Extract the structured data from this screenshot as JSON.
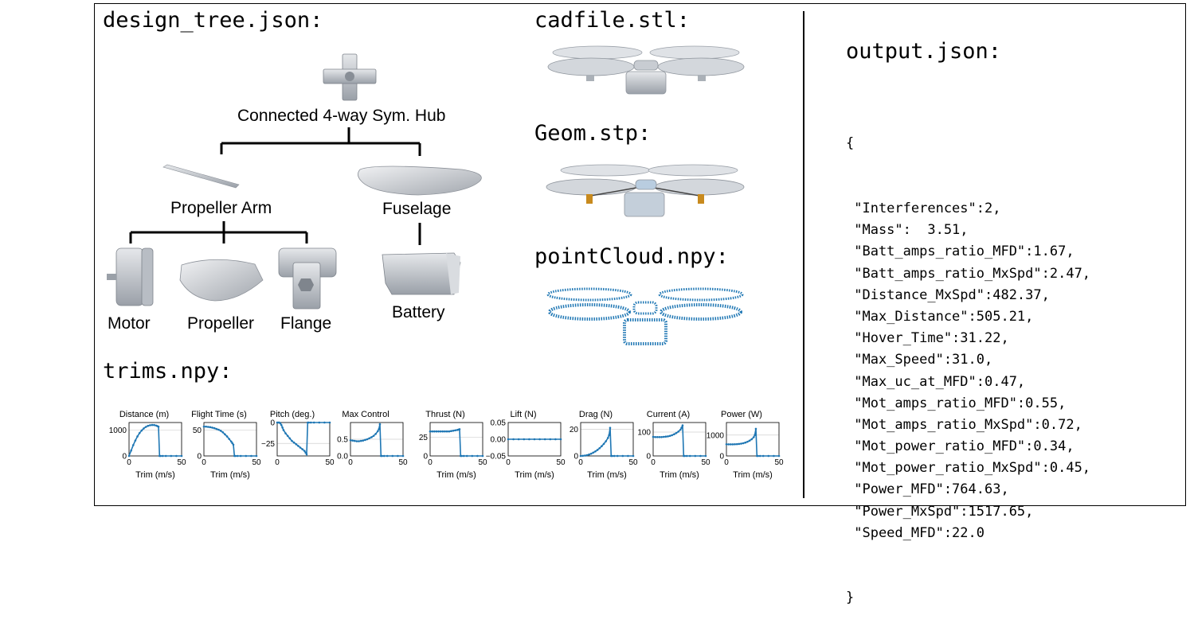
{
  "headings": {
    "design_tree": "design_tree.json:",
    "cadfile": "cadfile.stl:",
    "geom": "Geom.stp:",
    "pointcloud": "pointCloud.npy:",
    "trims": "trims.npy:",
    "output": "output.json:"
  },
  "tree": {
    "hub": "Connected 4-way Sym. Hub",
    "arm": "Propeller Arm",
    "fuselage": "Fuselage",
    "motor": "Motor",
    "propeller": "Propeller",
    "flange": "Flange",
    "battery": "Battery"
  },
  "output_json": {
    "open": "{",
    "lines": [
      "\"Interferences\":2,",
      "\"Mass\":  3.51,",
      "\"Batt_amps_ratio_MFD\":1.67,",
      "\"Batt_amps_ratio_MxSpd\":2.47,",
      "\"Distance_MxSpd\":482.37,",
      "\"Max_Distance\":505.21,",
      "\"Hover_Time\":31.22,",
      "\"Max_Speed\":31.0,",
      "\"Max_uc_at_MFD\":0.47,",
      "\"Mot_amps_ratio_MFD\":0.55,",
      "\"Mot_amps_ratio_MxSpd\":0.72,",
      "\"Mot_power_ratio_MFD\":0.34,",
      "\"Mot_power_ratio_MxSpd\":0.45,",
      "\"Power_MFD\":764.63,",
      "\"Power_MxSpd\":1517.65,",
      "\"Speed_MFD\":22.0"
    ],
    "close": "}"
  },
  "colors": {
    "series": "#1f77b4",
    "part": "#c9cdd3"
  },
  "chart_data": [
    {
      "type": "line",
      "title": "Distance (m)",
      "xlabel": "Trim (m/s)",
      "ylabel": "",
      "xlim": [
        0,
        50
      ],
      "ylim": [
        0,
        1300
      ],
      "xticks": [
        0,
        50
      ],
      "yticks": [
        0,
        1000
      ],
      "ytick_labels": [
        "0",
        "1000"
      ],
      "x": [
        0,
        2,
        4,
        6,
        8,
        10,
        12,
        14,
        16,
        18,
        20,
        22,
        24,
        26,
        27,
        28,
        29,
        30,
        32,
        35,
        40,
        45,
        50
      ],
      "y": [
        0,
        210,
        420,
        600,
        760,
        890,
        990,
        1070,
        1130,
        1170,
        1195,
        1205,
        1200,
        1180,
        1160,
        1140,
        0,
        0,
        0,
        0,
        0,
        0,
        0
      ]
    },
    {
      "type": "line",
      "title": "Flight Time (s)",
      "xlabel": "Trim (m/s)",
      "ylabel": "",
      "xlim": [
        0,
        50
      ],
      "ylim": [
        0,
        65
      ],
      "xticks": [
        0,
        50
      ],
      "yticks": [
        0,
        50
      ],
      "ytick_labels": [
        "0",
        "50"
      ],
      "x": [
        0,
        2,
        4,
        6,
        8,
        10,
        12,
        14,
        16,
        18,
        20,
        22,
        24,
        26,
        27,
        28,
        29,
        30,
        32,
        35,
        40,
        45,
        50
      ],
      "y": [
        57,
        57,
        56.5,
        56,
        55,
        54,
        52.5,
        51,
        49,
        46,
        42,
        38,
        33,
        28,
        25,
        22,
        0,
        0,
        0,
        0,
        0,
        0,
        0
      ]
    },
    {
      "type": "line",
      "title": "Pitch (deg.)",
      "xlabel": "",
      "ylabel": "",
      "xlim": [
        0,
        50
      ],
      "ylim": [
        -40,
        0
      ],
      "xticks": [
        0,
        50
      ],
      "yticks": [
        0,
        -25
      ],
      "ytick_labels": [
        "0",
        "−25"
      ],
      "x": [
        0,
        1,
        2,
        3,
        4,
        5,
        6,
        8,
        10,
        12,
        14,
        16,
        18,
        20,
        22,
        24,
        26,
        27,
        28,
        29,
        30,
        32,
        35,
        40,
        45,
        50
      ],
      "y": [
        0,
        0,
        0,
        -1,
        -3,
        -6,
        -9,
        -13,
        -16,
        -19,
        -22,
        -24,
        -26,
        -28,
        -30,
        -32,
        -34,
        -36,
        -38,
        0,
        0,
        0,
        0,
        0,
        0,
        0
      ]
    },
    {
      "type": "line",
      "title": "Max Control",
      "xlabel": "",
      "ylabel": "",
      "xlim": [
        0,
        50
      ],
      "ylim": [
        0,
        1.0
      ],
      "xticks": [
        0,
        50
      ],
      "yticks": [
        0.0,
        0.5
      ],
      "ytick_labels": [
        "0.0",
        "0.5"
      ],
      "x": [
        0,
        2,
        4,
        6,
        8,
        10,
        12,
        14,
        16,
        18,
        20,
        22,
        24,
        26,
        27,
        28,
        29,
        30,
        32,
        35,
        40,
        45,
        50
      ],
      "y": [
        0.47,
        0.46,
        0.45,
        0.44,
        0.44,
        0.45,
        0.46,
        0.48,
        0.5,
        0.53,
        0.56,
        0.6,
        0.66,
        0.74,
        0.8,
        0.95,
        0,
        0,
        0,
        0,
        0,
        0,
        0
      ]
    },
    {
      "type": "line",
      "title": "Thrust (N)",
      "xlabel": "Trim (m/s)",
      "ylabel": "",
      "xlim": [
        0,
        50
      ],
      "ylim": [
        0,
        45
      ],
      "xticks": [
        0,
        50
      ],
      "yticks": [
        0,
        25
      ],
      "ytick_labels": [
        "0",
        "25"
      ],
      "x": [
        0,
        2,
        4,
        6,
        8,
        10,
        12,
        14,
        16,
        18,
        20,
        22,
        24,
        26,
        27,
        28,
        29,
        30,
        32,
        35,
        40,
        45,
        50
      ],
      "y": [
        33,
        33,
        33,
        33,
        33,
        33,
        33,
        33,
        33,
        33,
        33.5,
        34,
        34.5,
        35,
        35.5,
        36,
        0,
        0,
        0,
        0,
        0,
        0,
        0
      ]
    },
    {
      "type": "line",
      "title": "Lift (N)",
      "xlabel": "Trim (m/s)",
      "ylabel": "",
      "xlim": [
        0,
        50
      ],
      "ylim": [
        -0.05,
        0.05
      ],
      "xticks": [
        0,
        50
      ],
      "yticks": [
        0.05,
        0.0,
        -0.05
      ],
      "ytick_labels": [
        "0.05",
        "0.00",
        "−0.05"
      ],
      "x": [
        0,
        5,
        10,
        15,
        20,
        25,
        30,
        35,
        40,
        45,
        50
      ],
      "y": [
        0,
        0,
        0,
        0,
        0,
        0,
        0,
        0,
        0,
        0,
        0
      ]
    },
    {
      "type": "line",
      "title": "Drag (N)",
      "xlabel": "Trim (m/s)",
      "ylabel": "",
      "xlim": [
        0,
        50
      ],
      "ylim": [
        0,
        25
      ],
      "xticks": [
        0,
        50
      ],
      "yticks": [
        0,
        20
      ],
      "ytick_labels": [
        "0",
        "20"
      ],
      "x": [
        0,
        2,
        4,
        6,
        8,
        10,
        12,
        14,
        16,
        18,
        20,
        22,
        24,
        26,
        27,
        28,
        29,
        30,
        32,
        35,
        40,
        45,
        50
      ],
      "y": [
        0,
        0.1,
        0.3,
        0.6,
        1.1,
        1.7,
        2.5,
        3.4,
        4.5,
        5.8,
        7.3,
        9.0,
        11,
        13.5,
        15.5,
        21,
        0,
        0,
        0,
        0,
        0,
        0,
        0
      ]
    },
    {
      "type": "line",
      "title": "Current (A)",
      "xlabel": "Trim (m/s)",
      "ylabel": "",
      "xlim": [
        0,
        50
      ],
      "ylim": [
        0,
        140
      ],
      "xticks": [
        0,
        50
      ],
      "yticks": [
        0,
        100
      ],
      "ytick_labels": [
        "0",
        "100"
      ],
      "x": [
        0,
        2,
        4,
        6,
        8,
        10,
        12,
        14,
        16,
        18,
        20,
        22,
        24,
        26,
        27,
        28,
        29,
        30,
        32,
        35,
        40,
        45,
        50
      ],
      "y": [
        80,
        79,
        79,
        79,
        79,
        80,
        81,
        82,
        84,
        87,
        91,
        96,
        102,
        110,
        118,
        128,
        0,
        0,
        0,
        0,
        0,
        0,
        0
      ]
    },
    {
      "type": "line",
      "title": "Power (W)",
      "xlabel": "Trim (m/s)",
      "ylabel": "",
      "xlim": [
        0,
        50
      ],
      "ylim": [
        0,
        1600
      ],
      "xticks": [
        0,
        50
      ],
      "yticks": [
        0,
        1000
      ],
      "ytick_labels": [
        "0",
        "1000"
      ],
      "x": [
        0,
        2,
        4,
        6,
        8,
        10,
        12,
        14,
        16,
        18,
        20,
        22,
        24,
        26,
        27,
        28,
        29,
        30,
        32,
        35,
        40,
        45,
        50
      ],
      "y": [
        560,
        555,
        555,
        555,
        560,
        565,
        575,
        590,
        610,
        640,
        680,
        730,
        800,
        900,
        1000,
        1300,
        0,
        0,
        0,
        0,
        0,
        0,
        0
      ]
    }
  ]
}
